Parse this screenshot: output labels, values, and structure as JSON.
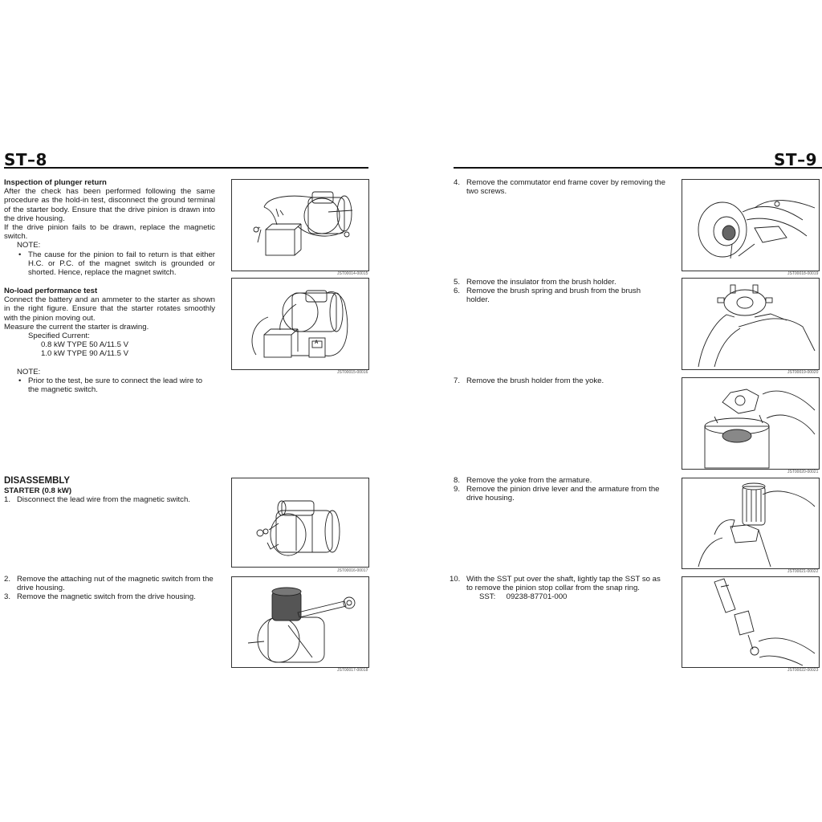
{
  "left": {
    "page_no": "ST–8",
    "plunger": {
      "heading": "Inspection of plunger return",
      "body1": "After the check has been performed following the same procedure as the hold-in test, disconnect the ground terminal of the starter body. Ensure that the drive pinion is drawn into the drive housing.",
      "body2": "If the drive pinion fails to be drawn, replace the magnetic switch.",
      "note_label": "NOTE:",
      "note": "The cause for the pinion to fail to return is that either H.C. or P.C. of the magnet switch is grounded or shorted. Hence, replace the magnet switch."
    },
    "noload": {
      "heading": "No-load performance test",
      "body1": "Connect the battery and an ammeter to the starter as shown in the right figure. Ensure that the starter rotates smoothly with the pinion moving out.",
      "body2": "Measure the current the starter is drawing.",
      "spec_label": "Specified Current:",
      "spec1": "0.8 kW TYPE 50 A/11.5 V",
      "spec2": "1.0 kW TYPE 90 A/11.5 V",
      "note_label": "NOTE:",
      "note": "Prior to the test, be sure to connect the lead wire to the magnetic switch."
    },
    "disassembly": {
      "heading": "DISASSEMBLY",
      "subheading": "STARTER (0.8 kW)",
      "steps": [
        {
          "n": "1.",
          "text": "Disconnect the lead wire from the magnetic switch."
        },
        {
          "n": "2.",
          "text": "Remove the attaching nut of the magnetic switch from the drive housing."
        },
        {
          "n": "3.",
          "text": "Remove the magnetic switch from the drive housing."
        }
      ]
    },
    "figures": [
      {
        "code": "JST00014-00015"
      },
      {
        "code": "JST00015-00016"
      },
      {
        "code": "JST00016-00017"
      },
      {
        "code": "JST00017-00018"
      }
    ]
  },
  "right": {
    "page_no": "ST–9",
    "steps": [
      {
        "n": "4.",
        "text": "Remove the commutator end frame cover by removing the two screws."
      },
      {
        "n": "5.",
        "text": "Remove the insulator from the brush holder."
      },
      {
        "n": "6.",
        "text": "Remove the brush spring and brush from the brush holder."
      },
      {
        "n": "7.",
        "text": "Remove the brush holder from the yoke."
      },
      {
        "n": "8.",
        "text": "Remove the yoke from the armature."
      },
      {
        "n": "9.",
        "text": "Remove the pinion drive lever and the armature from the drive housing."
      },
      {
        "n": "10.",
        "text": "With the SST put over the shaft, lightly tap the SST so as to remove the pinion stop collar from the snap ring."
      }
    ],
    "sst_label": "SST:",
    "sst_value": "09238-87701-000",
    "figures": [
      {
        "code": "JST00018-00019"
      },
      {
        "code": "JST00019-00020"
      },
      {
        "code": "JST00020-00021"
      },
      {
        "code": "JST00021-00022"
      },
      {
        "code": "JST00022-00023"
      }
    ]
  },
  "figure_symbols": {
    "ammeter": "A",
    "plus": "+",
    "minus": "−"
  }
}
